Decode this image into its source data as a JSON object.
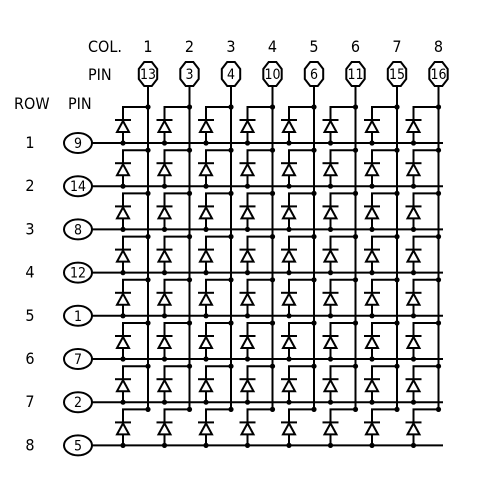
{
  "header": {
    "col_label": "COL.",
    "pin_label": "PIN",
    "row_label": "ROW",
    "row_pin_label": "PIN"
  },
  "columns": [
    {
      "col": "1",
      "pin": "13"
    },
    {
      "col": "2",
      "pin": "3"
    },
    {
      "col": "3",
      "pin": "4"
    },
    {
      "col": "4",
      "pin": "10"
    },
    {
      "col": "5",
      "pin": "6"
    },
    {
      "col": "6",
      "pin": "11"
    },
    {
      "col": "7",
      "pin": "15"
    },
    {
      "col": "8",
      "pin": "16"
    }
  ],
  "rows": [
    {
      "row": "1",
      "pin": "9"
    },
    {
      "row": "2",
      "pin": "14"
    },
    {
      "row": "3",
      "pin": "8"
    },
    {
      "row": "4",
      "pin": "12"
    },
    {
      "row": "5",
      "pin": "1"
    },
    {
      "row": "6",
      "pin": "7"
    },
    {
      "row": "7",
      "pin": "2"
    },
    {
      "row": "8",
      "pin": "5"
    }
  ]
}
